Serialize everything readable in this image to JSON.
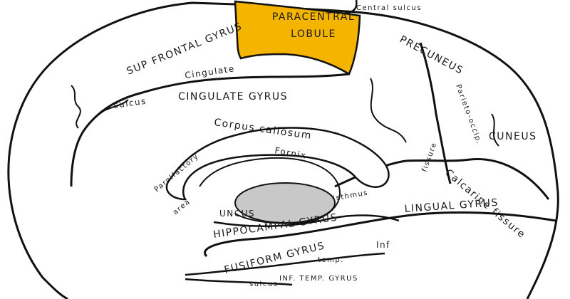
{
  "colors": {
    "background": "#ffffff",
    "outline": "#111111",
    "highlight": "#f5b400",
    "ventricle": "#c8c8c8"
  },
  "labels": {
    "central_sulcus": "Central sulcus",
    "paracentral_1": "PARACENTRAL",
    "paracentral_2": "LOBULE",
    "sup_frontal": "SUP FRONTAL GYRUS",
    "precuneus": "PRECUNEUS",
    "cingulate_sulcus_1": "Cingulate",
    "cingulate_sulcus_2": "sulcus",
    "cingulate_gyrus": "CINGULATE GYRUS",
    "parieto_occipital": "Parieto-occip.",
    "cuneus": "CUNEUS",
    "corpus_callosum": "Corpus callosum",
    "fornix": "Fornix",
    "fissure": "fissure",
    "calcarine_fissure": "Calcarine fissure",
    "isthmus": "isthmus",
    "parolfactory_1": "Parolfactory",
    "parolfactory_2": "area",
    "uncus": "UNCUS",
    "hippocampal_gyrus": "HIPPOCAMPAL GYRUS",
    "lingual_gyrus": "LINGUAL GYRUS",
    "fusiform_gyrus": "FUSIFORM GYRUS",
    "inf_temp_sulcus_1": "Inf",
    "inf_temp_sulcus_2": "temp.",
    "inf_temp_sulcus_3": "sulcus",
    "inf_temp_gyrus": "INF. TEMP. GYRUS"
  }
}
